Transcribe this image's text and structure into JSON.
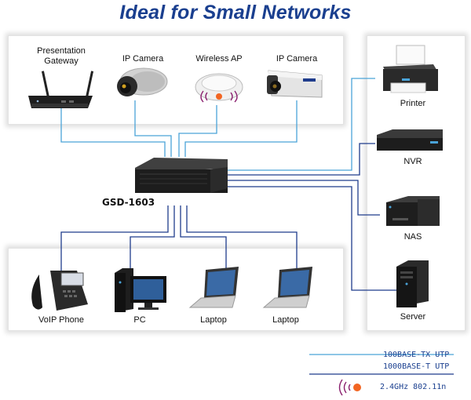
{
  "title": "Ideal for Small Networks",
  "devices": {
    "gateway": "Presentation\nGateway",
    "ip_camera_1": "IP Camera",
    "wireless_ap": "Wireless AP",
    "ip_camera_2": "IP Camera",
    "switch": "GSD-1603",
    "printer": "Printer",
    "nvr": "NVR",
    "nas": "NAS",
    "server": "Server",
    "voip_phone": "VoIP Phone",
    "pc": "PC",
    "laptop_1": "Laptop",
    "laptop_2": "Laptop"
  },
  "legend": {
    "fast_ethernet": "100BASE-TX UTP",
    "gigabit": "1000BASE-T UTP",
    "wireless": "2.4GHz 802.11n"
  },
  "colors": {
    "title": "#1a3f8f",
    "fast_ethernet_line": "#4aa3d8",
    "gigabit_line": "#1f3c8c",
    "wireless_wave": "#8a1f6e",
    "wireless_badge": "#f26522"
  }
}
